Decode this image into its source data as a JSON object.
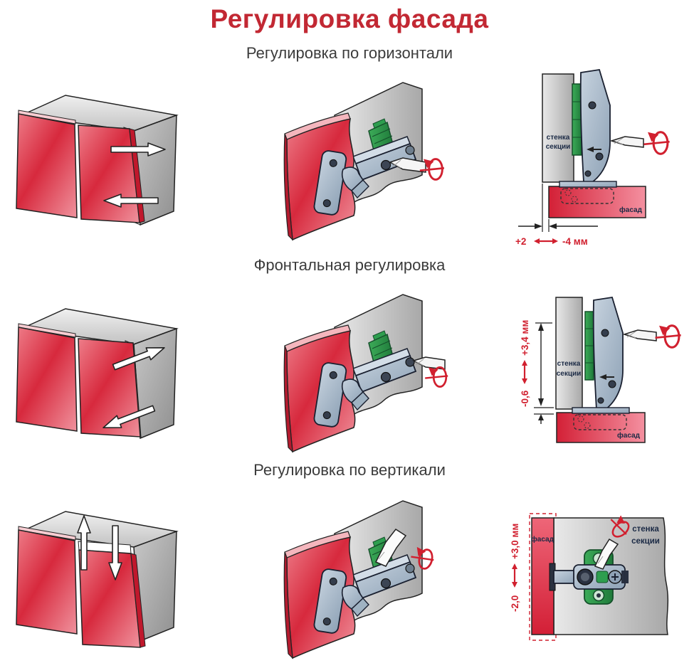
{
  "title": "Регулировка фасада",
  "colors": {
    "title_red": "#c22833",
    "accent_red": "#d1202f",
    "label_navy": "#1b2a45",
    "door_red": "#d7293d",
    "cabinet_gray": "#c6c6c6",
    "hinge_steel": "#a9bac9",
    "plate_green": "#2e9e4f"
  },
  "sections": [
    {
      "heading": "Регулировка по горизонтали",
      "wall_label_line1": "стенка",
      "wall_label_line2": "секции",
      "facade_label": "фасад",
      "range_from": "+2",
      "range_to": "-4 мм"
    },
    {
      "heading": "Фронтальная регулировка",
      "wall_label_line1": "стенка",
      "wall_label_line2": "секции",
      "facade_label": "фасад",
      "range_from": "-0,6",
      "range_to": "+3,4 мм"
    },
    {
      "heading": "Регулировка по вертикали",
      "wall_label_line1": "стенка",
      "wall_label_line2": "секции",
      "facade_label": "фасад",
      "range_from": "-2,0",
      "range_to": "+3,0 мм"
    }
  ]
}
